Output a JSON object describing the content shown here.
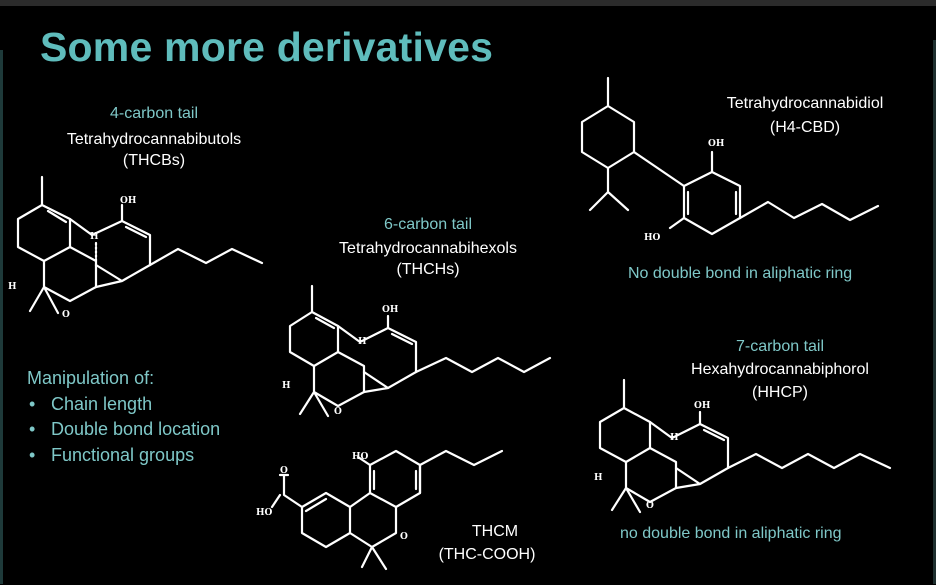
{
  "title": "Some more derivatives",
  "thcb": {
    "tail": "4-carbon tail",
    "name": "Tetrahydrocannabibutols",
    "abbr": "(THCBs)"
  },
  "thch": {
    "tail": "6-carbon tail",
    "name": "Tetrahydrocannabihexols",
    "abbr": "(THCHs)"
  },
  "h4cbd": {
    "name": "Tetrahydrocannabidiol",
    "abbr": "(H4-CBD)",
    "note": "No double bond in aliphatic ring"
  },
  "hhcp": {
    "tail": "7-carbon tail",
    "name": "Hexahydrocannabiphorol",
    "abbr": "(HHCP)",
    "note": "no double bond in aliphatic ring"
  },
  "thcm": {
    "name": "THCM",
    "abbr": "(THC-COOH)"
  },
  "manipulation": {
    "heading": "Manipulation of:",
    "items": [
      "Chain length",
      "Double bond location",
      "Functional groups"
    ]
  },
  "atoms": {
    "oh": "OH",
    "ho": "HO",
    "h": "H",
    "o": "O"
  },
  "colors": {
    "title": "#5fbcbc",
    "accent_text": "#7fc8c8",
    "background": "#000000",
    "text": "#ffffff"
  }
}
